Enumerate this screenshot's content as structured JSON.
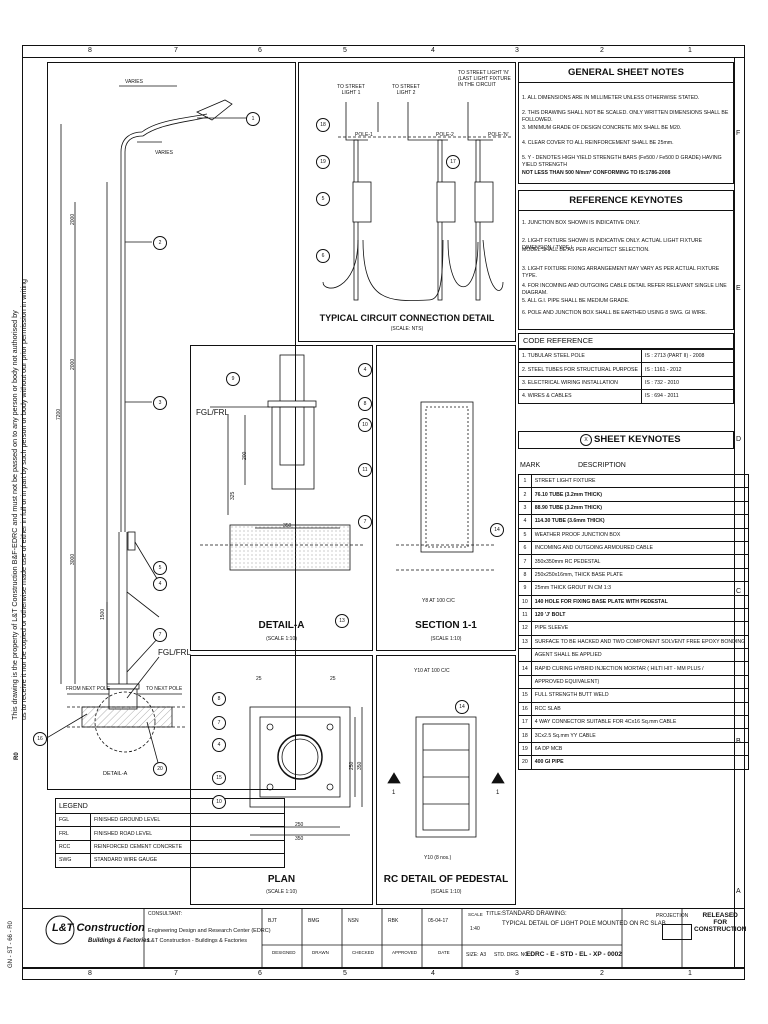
{
  "ruler_columns": [
    "8",
    "7",
    "6",
    "5",
    "4",
    "3",
    "2",
    "1"
  ],
  "ruler_rows": [
    "F",
    "E",
    "D",
    "C",
    "B",
    "A"
  ],
  "side_notice": {
    "line1": "This drawing is the property of L&T Construction B&F-EDRC and must not be passed on to any person or body not authorised by",
    "line2": "us to receive it nor be copied or otherwise made use of either in full or in part by such person or body without our prior permission in writing"
  },
  "side_revision": "R0",
  "side_code": "GN - ST - 66 - R0",
  "general_notes": {
    "title": "GENERAL SHEET NOTES",
    "items": [
      "1. ALL DIMENSIONS ARE IN MILLIMETER UNLESS OTHERWISE STATED.",
      "2. THIS DRAWING SHALL NOT BE SCALED. ONLY WRITTEN DIMENSIONS SHALL BE FOLLOWED.",
      "3. MINIMUM GRADE OF DESIGN CONCRETE MIX SHALL BE M20.",
      "4. CLEAR COVER TO ALL REINFORCEMENT SHALL BE 25mm.",
      "5. Y - DENOTES HIGH YIELD STRENGTH BARS (Fe500 / Fe500 D GRADE) HAVING YIELD STRENGTH",
      "NOT LESS THAN 500 N/mm² CONFORMING TO IS:1786-2008"
    ]
  },
  "reference_keynotes": {
    "title": "REFERENCE KEYNOTES",
    "items": [
      "1. JUNCTION BOX SHOWN IS INDICATIVE ONLY.",
      "2. LIGHT FIXTURE SHOWN IS INDICATIVE ONLY. ACTUAL LIGHT FIXTURE DIMENSION / TYPE /",
      "MODEL SHALL BE AS PER ARCHITECT SELECTION.",
      "3. LIGHT FIXTURE FIXING ARRANGEMENT MAY VARY AS PER ACTUAL FIXTURE TYPE.",
      "4. FOR INCOMING AND OUTGOING CABLE DETAIL REFER RELEVANT SINGLE LINE DIAGRAM.",
      "5. ALL G.I. PIPE SHALL BE MEDIUM GRADE.",
      "6. POLE AND JUNCTION BOX SHALL BE EARTHED USING 8 SWG. GI WIRE."
    ]
  },
  "code_reference": {
    "title": "CODE REFERENCE",
    "rows": [
      [
        "1. TUBULAR STEEL POLE",
        "IS : 2713 (PART II) - 2008"
      ],
      [
        "2. STEEL TUBES FOR STRUCTURAL PURPOSE",
        "IS : 1161 - 2012"
      ],
      [
        "3. ELECTRICAL WIRING INSTALLATION",
        "IS : 732 - 2010"
      ],
      [
        "4. WIRES & CABLES",
        "IS : 694 - 2011"
      ]
    ]
  },
  "sheet_keynotes": {
    "marker": "X",
    "title": "SHEET KEYNOTES",
    "col_mark": "MARK",
    "col_desc": "DESCRIPTION",
    "rows": [
      [
        "1",
        "STREET LIGHT FIXTURE"
      ],
      [
        "2",
        "76.10 TUBE (3.2mm THICK)"
      ],
      [
        "3",
        "88.90 TUBE (3.2mm THICK)"
      ],
      [
        "4",
        "114.30 TUBE (3.6mm THICK)"
      ],
      [
        "5",
        "WEATHER PROOF JUNCTION BOX"
      ],
      [
        "6",
        "INCOMING AND OUTGOING ARMOURED CABLE"
      ],
      [
        "7",
        "350x350mm RC PEDESTAL"
      ],
      [
        "8",
        "250x250x16mm, THICK BASE PLATE"
      ],
      [
        "9",
        "25mm THICK GROUT IN CM 1:3"
      ],
      [
        "10",
        "140 HOLE FOR FIXING BASE PLATE WITH PEDESTAL"
      ],
      [
        "11",
        "120 'J' BOLT"
      ],
      [
        "12",
        "PIPE SLEEVE"
      ],
      [
        "13",
        "SURFACE TO BE HACKED AND TWO COMPONENT SOLVENT FREE EPOXY BONDING"
      ],
      [
        "",
        "AGENT SHALL BE APPLIED"
      ],
      [
        "14",
        "RAPID CURING HYBRID INJECTION MORTAR ( HILTI HIT - MM PLUS /"
      ],
      [
        "",
        "APPROVED EQUIVALENT)"
      ],
      [
        "15",
        "FULL STRENGTH BUTT WELD"
      ],
      [
        "16",
        "RCC SLAB"
      ],
      [
        "17",
        "4 WAY CONNECTOR SUITABLE FOR 4Cx16 Sq.mm CABLE"
      ],
      [
        "18",
        "3Cx2.5 Sq.mm YY CABLE"
      ],
      [
        "19",
        "6A DP MCB"
      ],
      [
        "20",
        "400 GI PIPE"
      ]
    ]
  },
  "legend": {
    "title": "LEGEND",
    "rows": [
      [
        "FGL",
        "FINISHED GROUND LEVEL"
      ],
      [
        "FRL",
        "FINISHED ROAD LEVEL"
      ],
      [
        "RCC",
        "REINFORCED CEMENT CONCRETE"
      ],
      [
        "SWG",
        "STANDARD WIRE GAUGE"
      ]
    ]
  },
  "elevation": {
    "varies_top": "VARIES",
    "varies_arm": "VARIES",
    "dim_total": "7200",
    "dim_a": "2000",
    "dim_b": "2000",
    "dim_c": "3000",
    "dim_d": "1500",
    "fgl_label": "FGL/FRL",
    "from_pole": "FROM NEXT POLE",
    "to_pole": "TO NEXT POLE",
    "detail_a": "DETAIL-A",
    "tags": [
      "1",
      "2",
      "3",
      "4",
      "5",
      "7",
      "16",
      "20"
    ]
  },
  "circuit": {
    "to_light_1": "TO STREET\nLIGHT 1",
    "to_light_2": "TO STREET\nLIGHT 2",
    "to_light_n": "TO STREET LIGHT 'N'\n(LAST LIGHT FIXTURE\nIN THE CIRCUIT",
    "pole_1": "POLE-1",
    "pole_2": "POLE-2",
    "pole_n": "POLE-'N'",
    "title": "TYPICAL CIRCUIT CONNECTION DETAIL",
    "scale": "(SCALE: NTS)",
    "tags": [
      "18",
      "19",
      "5",
      "6",
      "17"
    ]
  },
  "detail_a": {
    "title": "DETAIL-A",
    "scale": "(SCALE 1:10)",
    "fgl": "FGL/FRL",
    "dim_w": "350",
    "dim_h1": "200",
    "dim_h2": "325",
    "tags": [
      "9",
      "4",
      "8",
      "10",
      "11",
      "7",
      "13"
    ]
  },
  "section": {
    "title": "SECTION 1-1",
    "scale": "(SCALE 1:10)",
    "bar_note": "Y8 AT 100 C/C",
    "tag": "14"
  },
  "plan": {
    "title": "PLAN",
    "scale": "(SCALE 1:10)",
    "dim_top1": "25",
    "dim_top2": "25",
    "dim_w": "250",
    "dim_w2": "350",
    "dim_side1": "250",
    "dim_side2": "350",
    "tags": [
      "8",
      "7",
      "4",
      "15",
      "10"
    ]
  },
  "rc_detail": {
    "title": "RC DETAIL OF PEDESTAL",
    "scale": "(SCALE 1:10)",
    "bar_top": "Y10 AT 100 C/C",
    "bar_bottom": "Y10 (8 nos.)",
    "tag": "14",
    "mark": "1"
  },
  "title_block": {
    "company": "L&T Construction",
    "tagline": "Buildings & Factories",
    "consultant_label": "CONSULTANT:",
    "consultant_1": "Engineering Design and Research Center (EDRC)",
    "consultant_2": "L&T Construction - Buildings & Factories",
    "designed_label": "DESIGNED",
    "drawn_label": "DRAWN",
    "checked_label": "CHECKED",
    "approved_label": "APPROVED",
    "date_label": "DATE",
    "designed_by": "BJT",
    "drawn_by": "BMG",
    "checked_by": "NSN",
    "approved_by": "RBK",
    "date": "05-04-17",
    "scale_label": "SCALE",
    "scale": "1:40",
    "title_label": "TITLE:",
    "title_1": "STANDARD DRAWING:",
    "title_2": "TYPICAL DETAIL OF LIGHT POLE MOUNTED ON RC SLAB",
    "size_label": "SIZE:",
    "size": "A3",
    "drg_label": "STD. DRG. NO.:",
    "drg_no": "EDRC - E - STD - EL - XP - 0002",
    "projection": "PROJECTION",
    "status": "RELEASED\nFOR\nCONSTRUCTION"
  }
}
